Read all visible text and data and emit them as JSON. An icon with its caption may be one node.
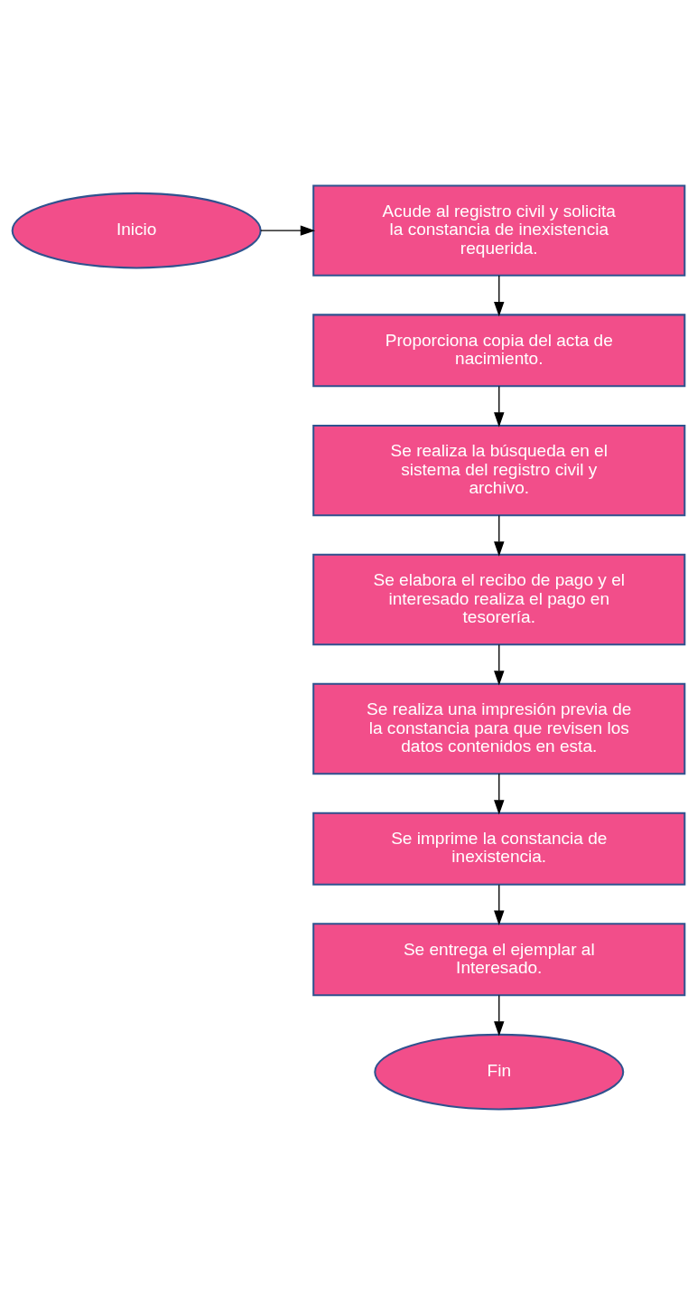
{
  "diagram": {
    "nodes": [
      {
        "text": [
          "Inicio"
        ]
      },
      {
        "text": [
          "Acude al registro civil y solicita la constancia de inexistencia requerida."
        ]
      },
      {
        "text": [
          "Proporciona copia del acta de nacimiento."
        ]
      },
      {
        "text": [
          "Se realiza la búsqueda en el sistema del registro civil y archivo."
        ]
      },
      {
        "text": [
          "Se elabora el recibo de pago y el interesado realiza el pago en tesorería."
        ]
      },
      {
        "text": [
          "Se realiza una impresión previa de la constancia para que revisen los datos contenidos en esta."
        ]
      },
      {
        "text": [
          "Se imprime la constancia de inexistencia."
        ]
      },
      {
        "text": [
          "Se entrega el ejemplar al Interesado."
        ]
      },
      {
        "text": [
          "Fin"
        ]
      }
    ],
    "edges": [
      {
        "from": 0,
        "to": 1,
        "arrow": "to"
      },
      {
        "from": 1,
        "to": 2,
        "arrow": "to"
      },
      {
        "from": 2,
        "to": 3,
        "arrow": "to"
      },
      {
        "from": 3,
        "to": 4,
        "arrow": "to"
      },
      {
        "from": 4,
        "to": 5,
        "arrow": "to"
      },
      {
        "from": 5,
        "to": 6,
        "arrow": "to"
      },
      {
        "from": 6,
        "to": 7,
        "arrow": "to"
      },
      {
        "from": 7,
        "to": 8,
        "arrow": "to"
      }
    ]
  }
}
